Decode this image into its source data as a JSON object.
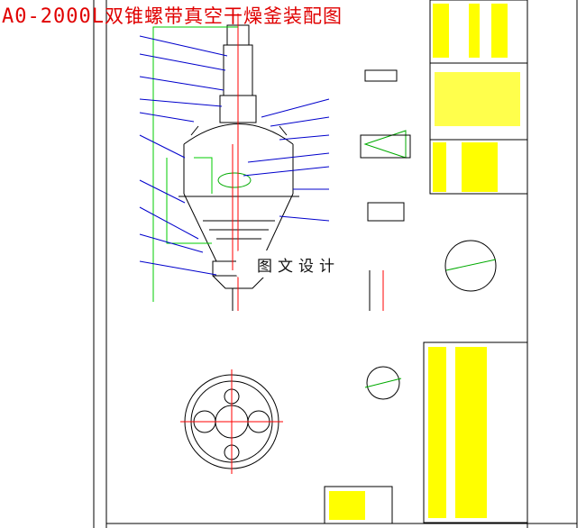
{
  "drawing": {
    "title_code": "A0-2000L",
    "title_name": "双锥螺带真空干燥釜装配图",
    "watermark": "图文设计"
  },
  "colors": {
    "title": "#e00000",
    "outline": "#000000",
    "leader": "#0000cc",
    "centerline": "#ff0000",
    "dimension": "#00cc00",
    "table_text": "#ffff00",
    "section_hatch": "#00aa00"
  }
}
